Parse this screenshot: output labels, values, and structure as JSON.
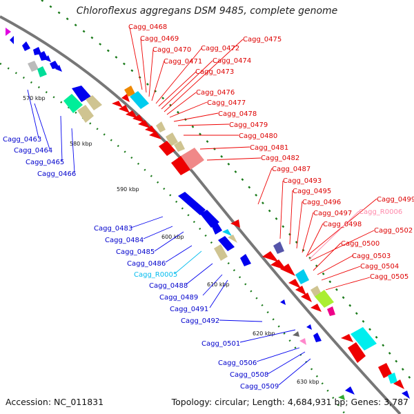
{
  "title": "Chloroflexus aggregans DSM 9485, complete genome",
  "footer": {
    "accession": "Accession: NC_011831",
    "topology": "Topology: circular; Length: 4,684,931 bp; Genes: 3,787"
  },
  "colors": {
    "forward": "#ee0000",
    "reverse": "#0000ee",
    "rna_forward": "#ff88aa",
    "rna_reverse": "#00ccee",
    "backbone": "#777777",
    "tick": "#1a7a1a"
  },
  "scale_labels": [
    "570 kbp",
    "580 kbp",
    "590 kbp",
    "600 kbp",
    "610 kbp",
    "620 kbp",
    "630 kbp"
  ],
  "forward_labels": [
    "Cagg_0468",
    "Cagg_0469",
    "Cagg_0470",
    "Cagg_0471",
    "Cagg_0472",
    "Cagg_0473",
    "Cagg_0474",
    "Cagg_0475",
    "Cagg_0476",
    "Cagg_0477",
    "Cagg_0478",
    "Cagg_0479",
    "Cagg_0480",
    "Cagg_0481",
    "Cagg_0482",
    "Cagg_0487",
    "Cagg_0493",
    "Cagg_0495",
    "Cagg_0496",
    "Cagg_0497",
    "Cagg_0498",
    "Cagg_0499",
    "Cagg_R0006",
    "Cagg_0500",
    "Cagg_0502",
    "Cagg_0503",
    "Cagg_0504",
    "Cagg_0505"
  ],
  "reverse_labels": [
    "Cagg_0463",
    "Cagg_0464",
    "Cagg_0465",
    "Cagg_0466",
    "Cagg_0483",
    "Cagg_0484",
    "Cagg_0485",
    "Cagg_0486",
    "Cagg_R0005",
    "Cagg_0488",
    "Cagg_0489",
    "Cagg_0491",
    "Cagg_0492",
    "Cagg_0501",
    "Cagg_0506",
    "Cagg_0508",
    "Cagg_0509"
  ]
}
